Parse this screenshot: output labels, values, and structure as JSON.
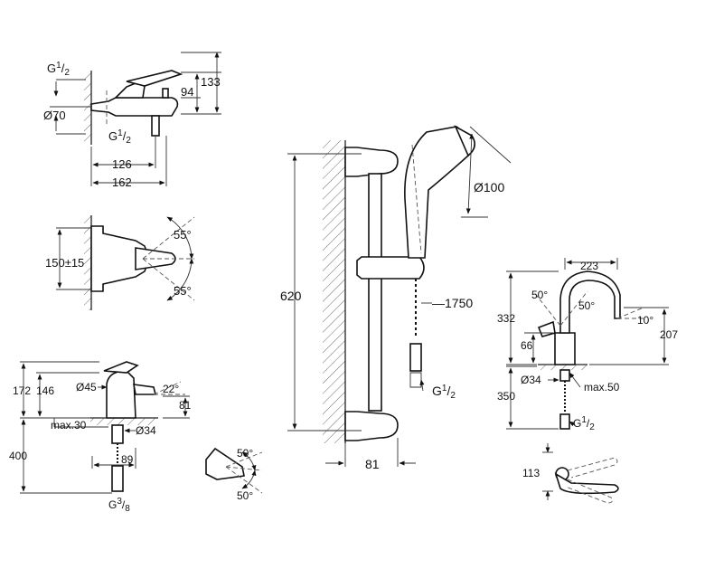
{
  "drawing": {
    "title": "Technical drawing – bath mixer, basin mixer, shower rail set and sink mixer dimensions",
    "bath_mixer_side": {
      "thread_top": {
        "base": "G",
        "sup": "1",
        "sub": "2"
      },
      "thread_bottom": {
        "base": "G",
        "sup": "1",
        "sub": "2"
      },
      "diameter": "Ø70",
      "height_outlet": "94",
      "height_total": "133",
      "depth_outlet": "126",
      "depth_total": "162"
    },
    "bath_mixer_front": {
      "centres": "150±15",
      "angle_up": "55°",
      "angle_down": "55°"
    },
    "basin_mixer": {
      "height_172": "172",
      "height_146": "146",
      "diameter_45": "Ø45",
      "angle": "22°",
      "spout_height": "81",
      "max_thickness": "max.30",
      "hole_diameter": "Ø34",
      "hose_length": "400",
      "reach": "89",
      "thread": {
        "base": "G",
        "sup": "3",
        "sub": "8"
      }
    },
    "basin_handle": {
      "angle_up": "50°",
      "angle_down": "50°"
    },
    "shower_set": {
      "rail_length": "620",
      "head_diameter": "Ø100",
      "hose_length": "1750",
      "wall_distance": "81",
      "thread": {
        "base": "G",
        "sup": "1",
        "sub": "2"
      }
    },
    "sink_mixer": {
      "reach": "223",
      "angle_left": "50°",
      "angle_right": "50°",
      "angle_spout": "10°",
      "height_332": "332",
      "height_207": "207",
      "base_66": "66",
      "hole_diameter": "Ø34",
      "max_thickness": "max.50",
      "hose_length": "350",
      "thread": {
        "base": "G",
        "sup": "1",
        "sub": "2"
      },
      "handle_offset": "113"
    }
  }
}
